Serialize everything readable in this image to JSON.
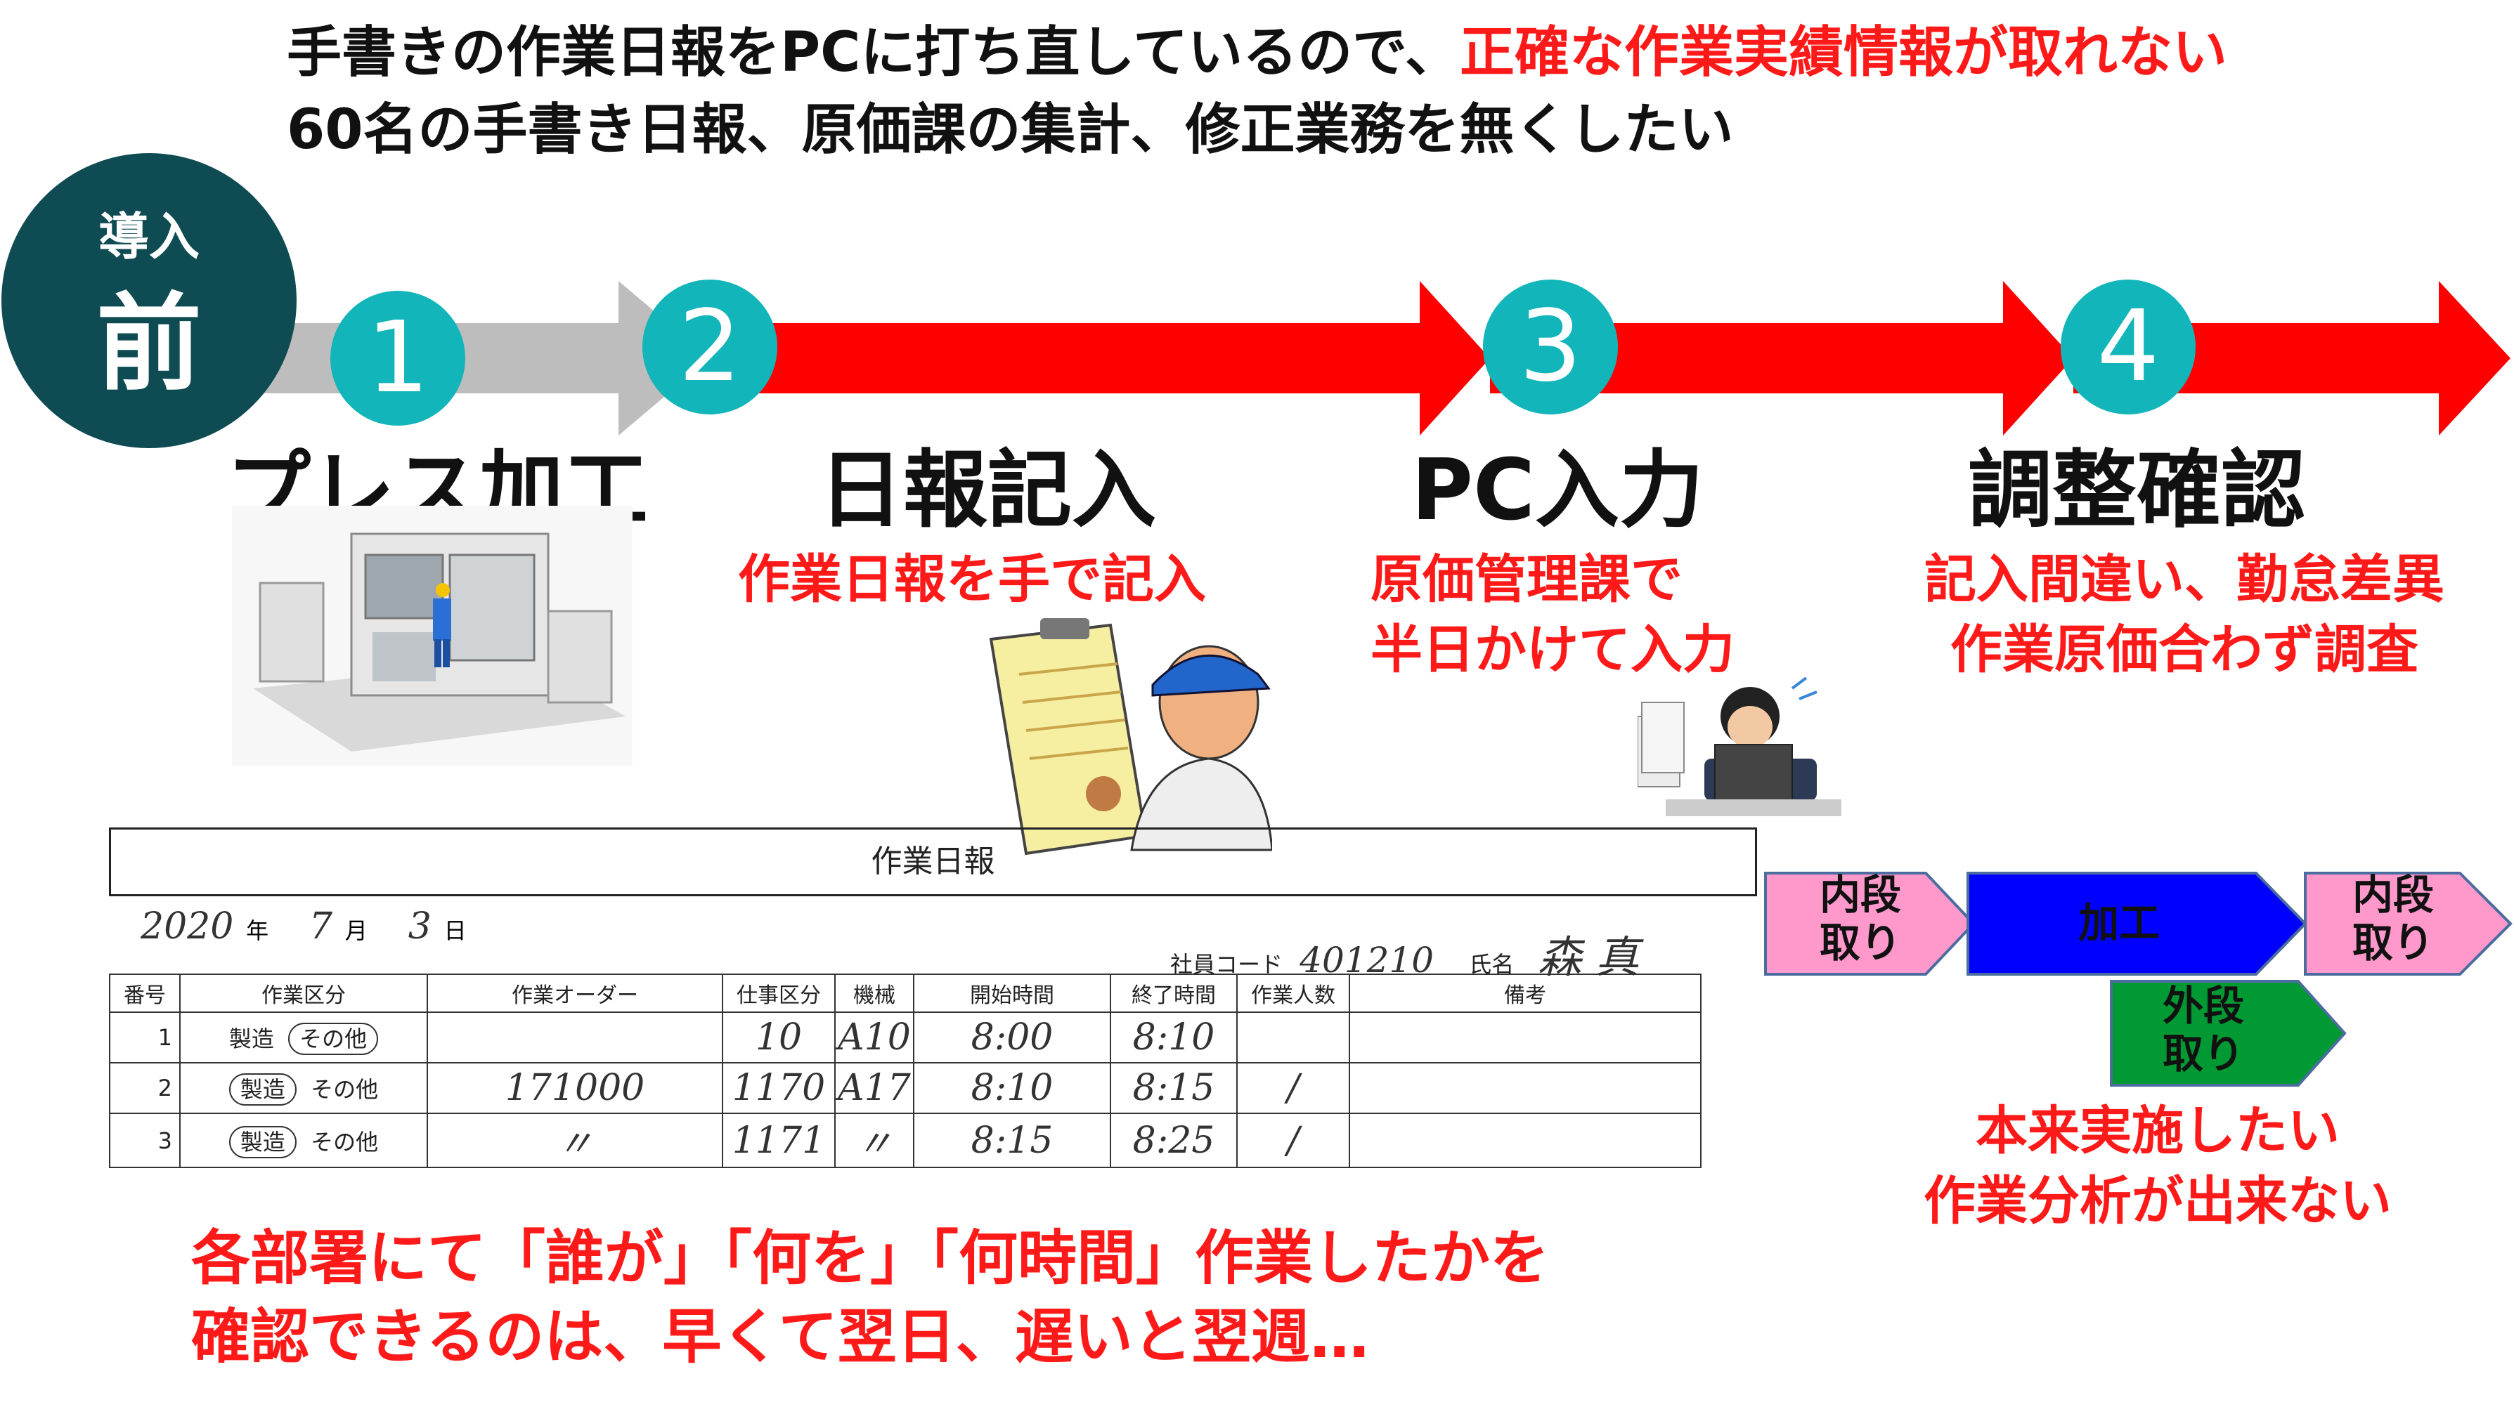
{
  "header": {
    "line1_black": "手書きの作業日報をPCに打ち直しているので、",
    "line1_red": "正確な作業実績情報が取れない",
    "line2": "60名の手書き日報、原価課の集計、修正業務を無くしたい"
  },
  "badge": {
    "small": "導入",
    "big": "前"
  },
  "colors": {
    "teal": "#12b5b9",
    "red": "#ff0000",
    "gray": "#bdbdbd",
    "badge": "#0f4b52",
    "pink": "#ff99cc",
    "blue": "#0000ff",
    "green": "#009933"
  },
  "steps": [
    {
      "number": "1",
      "label": "プレス加工"
    },
    {
      "number": "2",
      "label": "日報記入",
      "note": "作業日報を手で記入"
    },
    {
      "number": "3",
      "label": "PC入力",
      "note_line1": "原価管理課で",
      "note_line2": "半日かけて入力"
    },
    {
      "number": "4",
      "label": "調整確認",
      "note_line1": "記入間違い、勤怠差異",
      "note_line2": "作業原価合わず調査"
    }
  ],
  "form": {
    "title": "作業日報",
    "date": {
      "year": "2020",
      "year_unit": "年",
      "month": "7",
      "month_unit": "月",
      "day": "3",
      "day_unit": "日"
    },
    "employee_code_label": "社員コード",
    "employee_code": "401210",
    "name_label": "氏名",
    "name": "森 真",
    "columns": [
      "番号",
      "作業区分",
      "作業オーダー",
      "仕事区分",
      "機械",
      "開始時間",
      "終了時間",
      "作業人数",
      "備考"
    ],
    "rows": [
      {
        "no": "1",
        "cat_a": "製造",
        "cat_b": "その他",
        "circled": "b",
        "order": "",
        "job": "10",
        "machine": "A10",
        "start": "8:00",
        "end": "8:10",
        "people": ""
      },
      {
        "no": "2",
        "cat_a": "製造",
        "cat_b": "その他",
        "circled": "a",
        "order": "171000",
        "job": "1170",
        "machine": "A17",
        "start": "8:10",
        "end": "8:15",
        "people": "/"
      },
      {
        "no": "3",
        "cat_a": "製造",
        "cat_b": "その他",
        "circled": "a",
        "order": "〃",
        "job": "1171",
        "machine": "〃",
        "start": "8:15",
        "end": "8:25",
        "people": "/"
      }
    ]
  },
  "flow": {
    "inner_setup": "内段取り",
    "inner_setup_line1": "内段",
    "inner_setup_line2": "取り",
    "process": "加工",
    "outer_setup_line1": "外段",
    "outer_setup_line2": "取り",
    "note_line1": "本来実施したい",
    "note_line2": "作業分析が出来ない"
  },
  "footer": {
    "line1": "各部署にて「誰が」「何を」「何時間」作業したかを",
    "line2": "確認できるのは、早くて翌日、遅いと翌週…"
  }
}
